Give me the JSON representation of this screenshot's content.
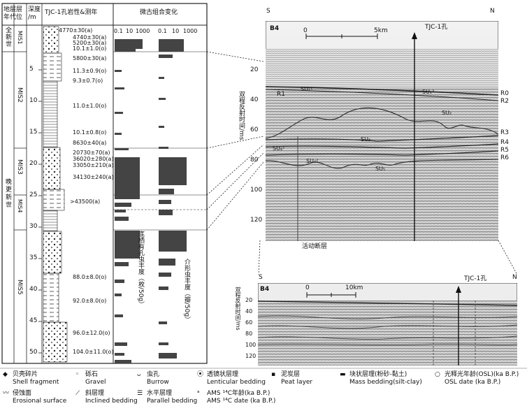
{
  "headers": {
    "era": "地层\n年代",
    "layer": "层\n位",
    "depth": "深度\n/m",
    "core": "TJC-1孔岩性&测年",
    "micro": "微古组合变化"
  },
  "eras": {
    "holocene": "全新世",
    "late_pleistocene": "晚更新世"
  },
  "mis": [
    "MIS1",
    "MIS2",
    "MIS3",
    "MIS4",
    "MIS5"
  ],
  "depth_ticks": [
    "5",
    "10",
    "15",
    "20",
    "25",
    "30",
    "35",
    "40",
    "45",
    "50"
  ],
  "ages": [
    "4770±30(a)",
    "4740±30(a)",
    "5200±30(a)",
    "10.1±1.0(o)",
    "5800±30(a)",
    "11.3±0.9(o)",
    "9.3±0.7(o)",
    "11.0±1.0(o)",
    "10.1±0.8(o)",
    "8630±40(a)",
    "20730±70(a)",
    "36020±280(a)",
    "33050±210(a)",
    "34130±240(a)",
    ">43500(a)",
    "88.0±8.0(o)",
    "92.0±8.0(o)",
    "96.0±12.0(o)",
    "104.0±11.0(o)"
  ],
  "axis_scale": {
    "labels": [
      "0.1",
      "10",
      "1000"
    ],
    "labels2": [
      "0.1",
      "10",
      "1000"
    ]
  },
  "abundance": {
    "foram": "底栖有孔虫丰度（枚/50g）",
    "ostracod": "介形虫丰度（瓣/50g）"
  },
  "profile_top": {
    "S": "S",
    "N": "N",
    "line": "B4",
    "scale0": "0",
    "scale5": "5km",
    "well": "TJC-1孔",
    "yaxis": "双程反射时间/ms",
    "yticks": [
      "20",
      "40",
      "60",
      "80",
      "100",
      "120"
    ],
    "reflectors": [
      "R0",
      "R2",
      "R3",
      "R4",
      "R5",
      "R6"
    ],
    "r1": "R1",
    "units": {
      "su1a": "SU₁¹",
      "su1b": "SU₁²",
      "su2": "SU₂",
      "su3": "SU₃",
      "su4a": "SU₄¹",
      "su4b": "SU₄²",
      "su5": "SU₅"
    },
    "fault": "活动断层"
  },
  "profile_bottom": {
    "S": "S",
    "N": "N",
    "line": "B4",
    "scale0": "0",
    "scale10": "10km",
    "well": "TJC-1孔",
    "yaxis": "双程反射时间/ms",
    "yticks": [
      "20",
      "40",
      "60",
      "80",
      "100",
      "120"
    ]
  },
  "legend": [
    {
      "icon": "shell-icon",
      "zh": "贝壳碎片",
      "en": "Shell fragment"
    },
    {
      "icon": "gravel-icon",
      "zh": "砾石",
      "en": "Gravel"
    },
    {
      "icon": "burrow-icon",
      "zh": "虫孔",
      "en": "Burrow"
    },
    {
      "icon": "lenticular-icon",
      "zh": "透镜状层理",
      "en": "Lenticular bedding"
    },
    {
      "icon": "peat-icon",
      "zh": "泥炭层",
      "en": "Peat layer"
    },
    {
      "icon": "mass-bedding-icon",
      "zh": "块状层理(粉砂-黏土)",
      "en": "Mass bedding(silt-clay)"
    },
    {
      "icon": "osl-icon",
      "zh": "光释光年龄(OSL)(ka B.P.)",
      "en": "OSL date (ka B.P.)"
    },
    {
      "icon": "erosion-icon",
      "zh": "侵蚀面",
      "en": "Erosional surface"
    },
    {
      "icon": "inclined-icon",
      "zh": "斜层理",
      "en": "Inclined bedding"
    },
    {
      "icon": "parallel-icon",
      "zh": "水平层理",
      "en": "Parallel bedding"
    },
    {
      "icon": "ams-icon",
      "zh": "AMS ¹⁴C年龄(ka B.P.)",
      "en": "AMS ¹⁴C date (ka B.P.)"
    }
  ]
}
